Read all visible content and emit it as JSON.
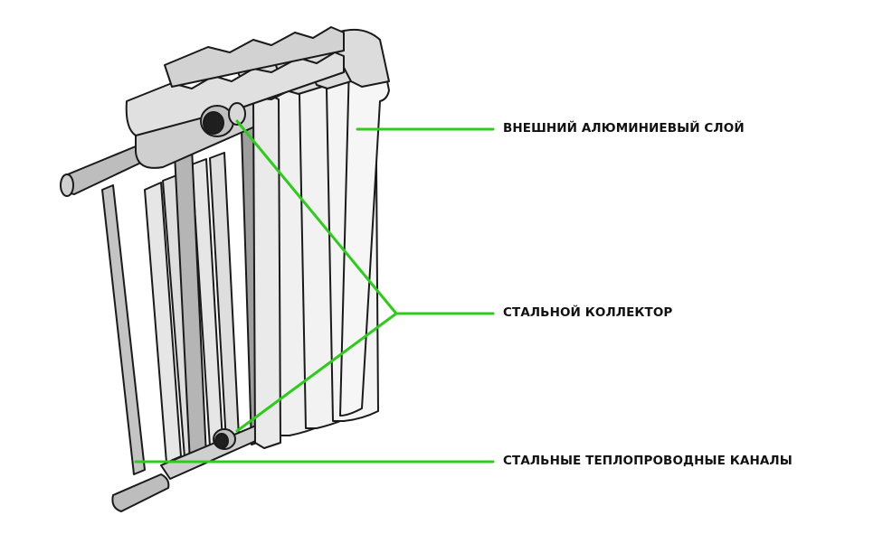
{
  "labels": {
    "outer_layer": "ВНЕШНИЙ АЛЮМИНИЕВЫЙ СЛОЙ",
    "steel_collector": "СТАЛЬНОЙ КОЛЛЕКТОР",
    "steel_channels": "СТАЛЬНЫЕ ТЕПЛОПРОВОДНЫЕ КАНАЛЫ"
  },
  "colors": {
    "callout_line": "#2ecc1a",
    "outline": "#1a1a1a",
    "aluminum_fill": "#f2f2f2",
    "aluminum_top": "#d9d9d9",
    "steel_light": "#cfcfcf",
    "steel_dark": "#9e9e9e",
    "background": "#ffffff"
  }
}
